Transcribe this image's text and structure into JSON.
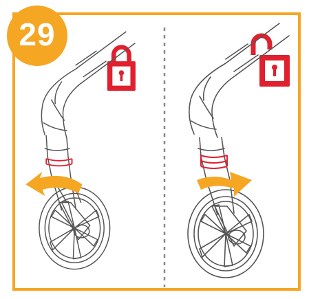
{
  "step": {
    "number": "29"
  },
  "panels": [
    {
      "id": "left",
      "lock_state": "locked",
      "lock_icon": "padlock-closed-icon",
      "arrow_direction": "counter-clockwise"
    },
    {
      "id": "right",
      "lock_state": "unlocked",
      "lock_icon": "padlock-open-icon",
      "arrow_direction": "clockwise"
    }
  ],
  "colors": {
    "frame": "#F5A623",
    "badge": "#F5A623",
    "badge_text": "#FFFFFF",
    "lock": "#E0202E",
    "arrow": "#F5A623",
    "line_art": "#555555",
    "divider": "#888888",
    "collar_band": "#E0202E"
  }
}
